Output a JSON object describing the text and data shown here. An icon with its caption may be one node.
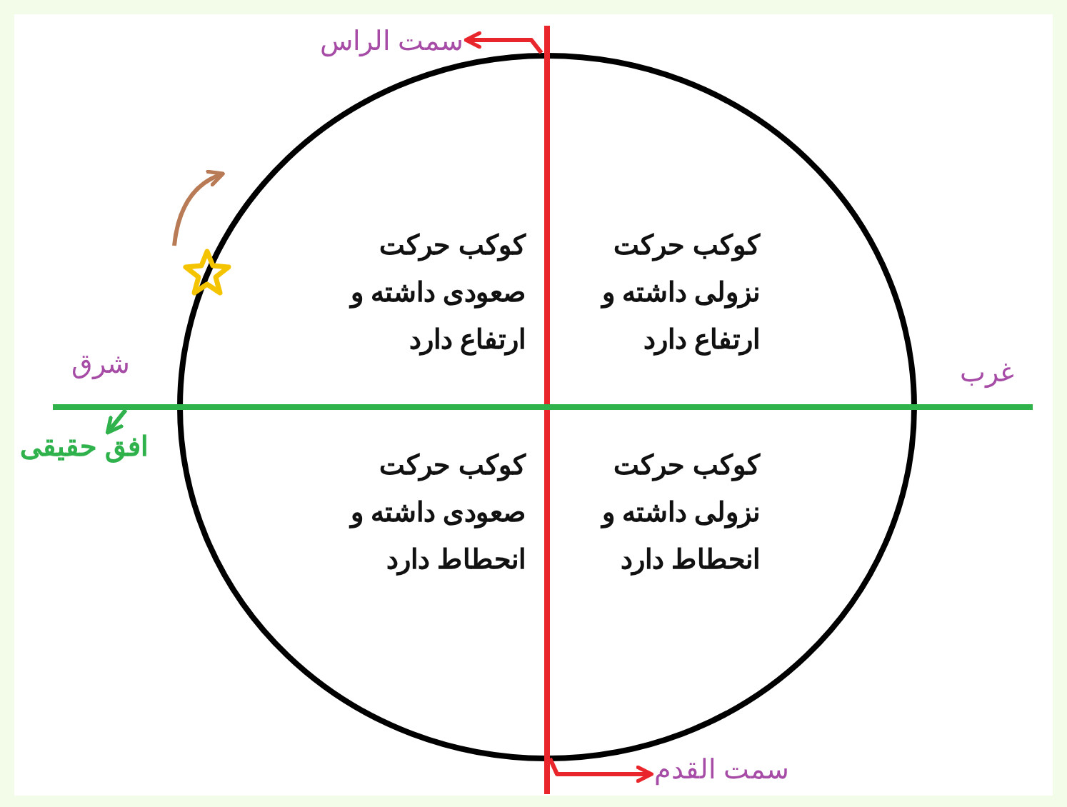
{
  "diagram": {
    "nodes": [
      {
        "text": [
          "سمت الراس"
        ]
      },
      {
        "text": [
          "سمت القدم"
        ]
      },
      {
        "text": [
          "افق حقیقی"
        ]
      }
    ],
    "edges": [
      {
        "from": null,
        "to": 0,
        "arrow": "to",
        "color": "#e8262b"
      },
      {
        "from": null,
        "to": 1,
        "arrow": "to",
        "color": "#e8262b"
      },
      {
        "from": null,
        "to": 2,
        "arrow": "to",
        "color": "#2fb24c"
      }
    ],
    "labels": [
      "کوکب حرکت صعودی داشته و ارتفاع دارد",
      "کوکب حرکت نزولی داشته و ارتفاع دارد",
      "شرق",
      "غرب",
      "کوکب حرکت صعودی داشته و انحطاط دارد",
      "کوکب حرکت نزولی داشته و انحطاط دارد"
    ]
  }
}
